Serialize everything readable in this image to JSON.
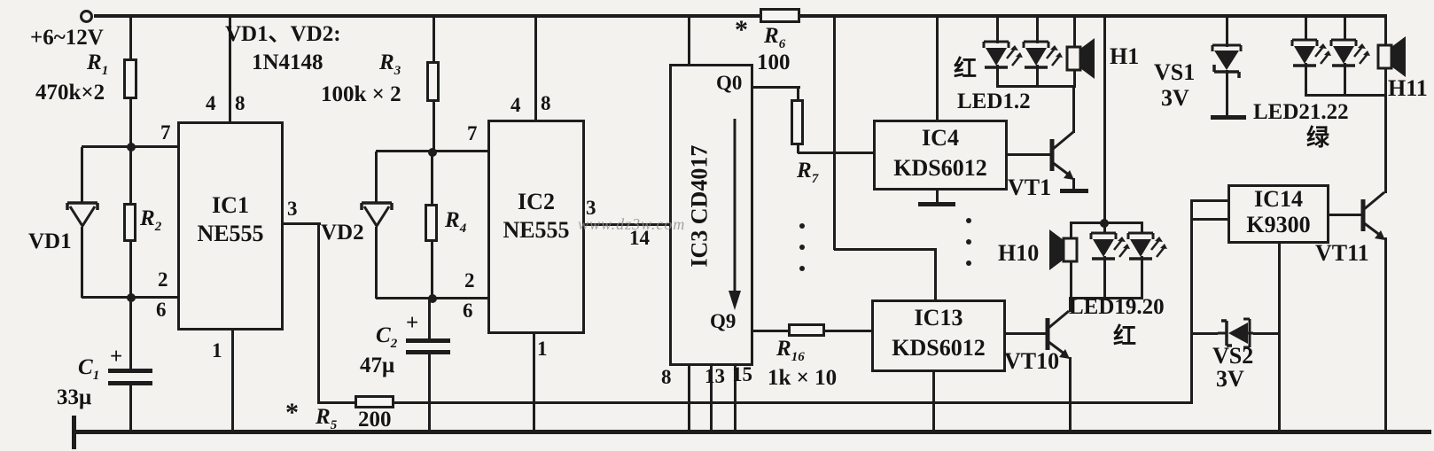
{
  "colors": {
    "ink": "#1d1d1d",
    "paper": "#f4f2ee",
    "watermark": "#8f8f8f"
  },
  "watermark": "www.dz3w.com",
  "power": {
    "terminal": "+6~12V",
    "note1": "VD1、VD2:",
    "note2": "1N4148"
  },
  "resistors": {
    "r1": {
      "name": "R",
      "sub": "1",
      "value": "470k×2"
    },
    "r2": {
      "name": "R",
      "sub": "2"
    },
    "r3": {
      "name": "R",
      "sub": "3",
      "value": "100k × 2"
    },
    "r4": {
      "name": "R",
      "sub": "4"
    },
    "r5": {
      "name": "R",
      "sub": "5",
      "value": "200",
      "star": "*"
    },
    "r6": {
      "name": "R",
      "sub": "6",
      "value": "100",
      "star": "*"
    },
    "r7": {
      "name": "R",
      "sub": "7"
    },
    "r16": {
      "name": "R",
      "sub": "16",
      "value": "1k × 10"
    }
  },
  "capacitors": {
    "c1": {
      "name": "C",
      "sub": "1",
      "value": "33μ",
      "polarity": "+"
    },
    "c2": {
      "name": "C",
      "sub": "2",
      "value": "47μ",
      "polarity": "+"
    }
  },
  "diodes": {
    "vd1": "VD1",
    "vd2": "VD2"
  },
  "zeners": {
    "vs1": {
      "name": "VS1",
      "value": "3V"
    },
    "vs2": {
      "name": "VS2",
      "value": "3V"
    }
  },
  "ics": {
    "ic1": {
      "name": "IC1",
      "part": "NE555",
      "pin4": "4",
      "pin8": "8",
      "pin7": "7",
      "pin2": "2",
      "pin6": "6",
      "pin3": "3",
      "pin1": "1"
    },
    "ic2": {
      "name": "IC2",
      "part": "NE555",
      "pin4": "4",
      "pin8": "8",
      "pin7": "7",
      "pin2": "2",
      "pin6": "6",
      "pin3": "3",
      "pin1": "1"
    },
    "ic3": {
      "label": "IC3 CD4017",
      "q0": "Q0",
      "q9": "Q9",
      "pin14": "14",
      "pin8": "8",
      "pin13": "13",
      "pin15": "15"
    },
    "ic4": {
      "name": "IC4",
      "part": "KDS6012"
    },
    "ic13": {
      "name": "IC13",
      "part": "KDS6012"
    },
    "ic14": {
      "name": "IC14",
      "part": "K9300"
    }
  },
  "transistors": {
    "vt1": "VT1",
    "vt10": "VT10",
    "vt11": "VT11"
  },
  "speakers": {
    "h1": "H1",
    "h10": "H10",
    "h11": "H11"
  },
  "led_groups": {
    "g1": {
      "label": "LED1.2",
      "color_label": "红"
    },
    "g2": {
      "label": "LED19.20",
      "color_label": "红"
    },
    "g3": {
      "label": "LED21.22",
      "color_label": "绿"
    }
  }
}
